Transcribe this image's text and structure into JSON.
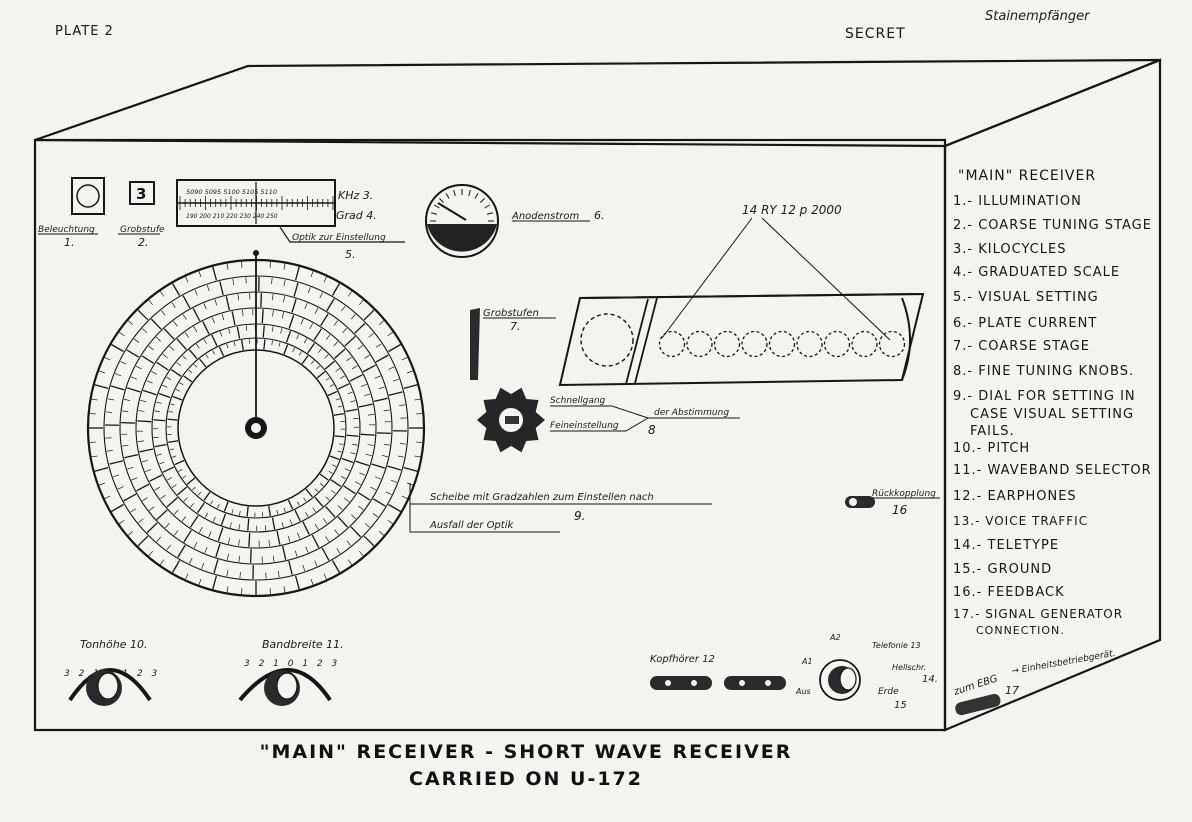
{
  "plate_label": "PLATE 2",
  "classification": "SECRET",
  "corner_title": "Stainempfänger",
  "legend": {
    "title": "\"MAIN\" RECEIVER",
    "items": [
      "1.- ILLUMINATION",
      "2.- COARSE TUNING STAGE",
      "3.- KILOCYCLES",
      "4.- GRADUATED SCALE",
      "5.- VISUAL SETTING",
      "6.- PLATE CURRENT",
      "7.- COARSE STAGE",
      "8.- FINE TUNING KNOBS.",
      "9.- DIAL FOR SETTING IN",
      "CASE VISUAL SETTING",
      "FAILS.",
      "10.- PITCH",
      "11.- WAVEBAND SELECTOR",
      "12.- EARPHONES",
      "13.- VOICE TRAFFIC",
      "14.- TELETYPE",
      "15.- GROUND",
      "16.- FEEDBACK",
      "17.- SIGNAL GENERATOR",
      "CONNECTION."
    ]
  },
  "labels": {
    "beleuchtung": "Beleuchtung",
    "num1": "1.",
    "grobstufe": "Grobstufe",
    "num2": "2.",
    "grobstufe_value": "3",
    "khz": "KHz 3.",
    "grad": "Grad 4.",
    "scale_top": "5090   5095   5100   5105   5110",
    "scale_bottom": "190  200  210  220  230  240  250",
    "optik": "Optik zur Einstellung",
    "num5": "5.",
    "anodenstrom": "Anodenstrom",
    "num6": "6.",
    "ry_code": "14   RY 12 p 2000",
    "grobstufen": "Grobstufen",
    "num7": "7.",
    "schnellgang": "Schnellgang",
    "feineinstellung": "Feineinstellung",
    "abstimmung": "der Abstimmung",
    "num8": "8",
    "scheibe": "Scheibe mit Gradzahlen zum Einstellen nach",
    "ausfall": "Ausfall der Optik",
    "num9": "9.",
    "rueckkopplung": "Rückkopplung",
    "num16": "16",
    "tonhoehe": "Tonhöhe 10.",
    "bandbreite": "Bandbreite 11.",
    "kopfhoerer": "Kopfhörer 12",
    "telefonie": "Telefonie 13",
    "hellschr": "Hellschr.",
    "num14": "14.",
    "erde": "Erde",
    "num15": "15",
    "aus": "Aus",
    "pos_a": "A1",
    "pos_b": "A2",
    "zum_ebg": "zum EBG",
    "einheits": "→ Einheitsbetriebgerät.",
    "num17": "17",
    "scale_digits": "3  2  1  0  1  2  3"
  },
  "caption": {
    "line1": "\"MAIN\" RECEIVER - SHORT WAVE RECEIVER",
    "line2": "CARRIED ON U-172"
  }
}
